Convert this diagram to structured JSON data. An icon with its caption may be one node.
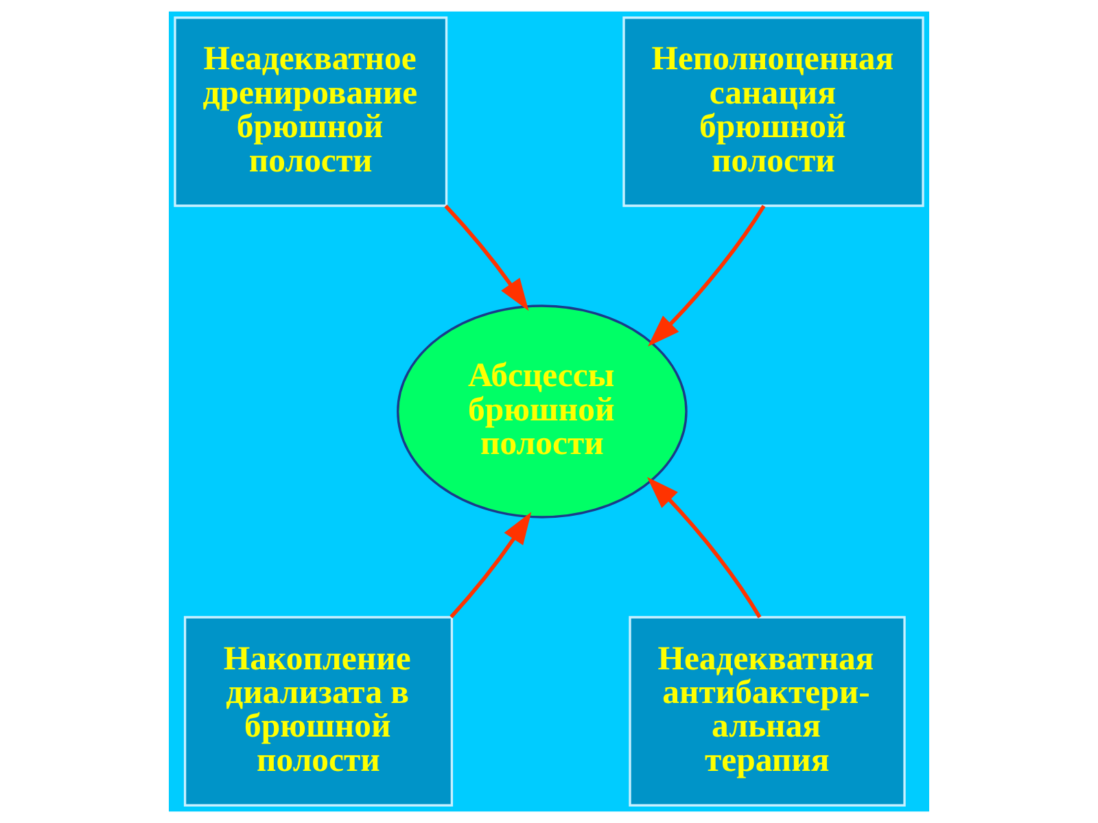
{
  "diagram": {
    "nodes": [
      {
        "text": [
          "Неадекватное дренирование брюшной полости"
        ]
      },
      {
        "text": [
          "Неполноценная санация брюшной полости"
        ]
      },
      {
        "text": [
          "Абсцессы брюшной полости"
        ]
      },
      {
        "text": [
          "Накопление диализата в брюшной полости"
        ]
      },
      {
        "text": [
          "Неадекватная антибактери-альная терапия"
        ]
      }
    ],
    "edges": [
      {
        "from": 0,
        "to": 2,
        "arrow": "to"
      },
      {
        "from": 1,
        "to": 2,
        "arrow": "to"
      },
      {
        "from": 3,
        "to": 2,
        "arrow": "to"
      },
      {
        "from": 4,
        "to": 2,
        "arrow": "to"
      }
    ]
  }
}
